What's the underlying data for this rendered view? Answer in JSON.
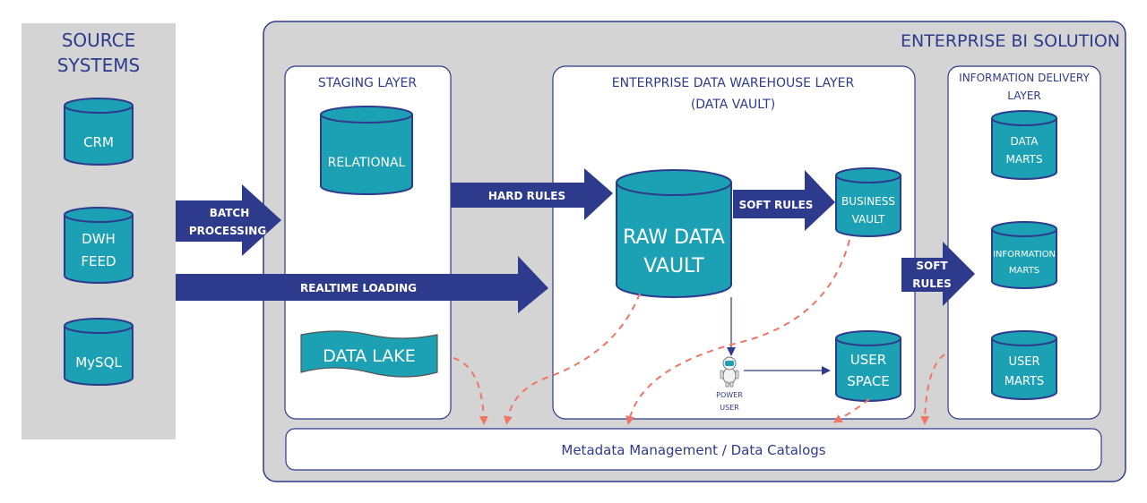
{
  "source_systems": {
    "title_line1": "SOURCE",
    "title_line2": "SYSTEMS",
    "databases": [
      "CRM",
      "DWH",
      "FEED",
      "MySQL"
    ]
  },
  "enterprise": {
    "title": "ENTERPRISE BI SOLUTION"
  },
  "staging": {
    "title": "STAGING LAYER",
    "relational": "RELATIONAL",
    "data_lake": "DATA LAKE"
  },
  "edw": {
    "title_line1": "ENTERPRISE DATA WAREHOUSE LAYER",
    "title_line2": "(DATA VAULT)",
    "raw_line1": "RAW DATA",
    "raw_line2": "VAULT",
    "business_line1": "BUSINESS",
    "business_line2": "VAULT",
    "user_space_line1": "USER",
    "user_space_line2": "SPACE",
    "power_user_line1": "POWER",
    "power_user_line2": "USER"
  },
  "delivery": {
    "title_line1": "INFORMATION DELIVERY",
    "title_line2": "LAYER",
    "data_marts_line1": "DATA",
    "data_marts_line2": "MARTS",
    "info_marts_line1": "INFORMATION",
    "info_marts_line2": "MARTS",
    "user_marts_line1": "USER",
    "user_marts_line2": "MARTS"
  },
  "arrows": {
    "batch_line1": "BATCH",
    "batch_line2": "PROCESSING",
    "realtime": "REALTIME LOADING",
    "hard_rules": "HARD RULES",
    "soft_rules": "SOFT RULES",
    "soft_rules2_line1": "SOFT",
    "soft_rules2_line2": "RULES"
  },
  "metadata": {
    "label": "Metadata Management / Data Catalogs"
  },
  "colors": {
    "navy": "#2e3a8c",
    "teal": "#1ba1b3",
    "panel_gray": "#d4d4d4",
    "dashed_red": "#f07565"
  }
}
